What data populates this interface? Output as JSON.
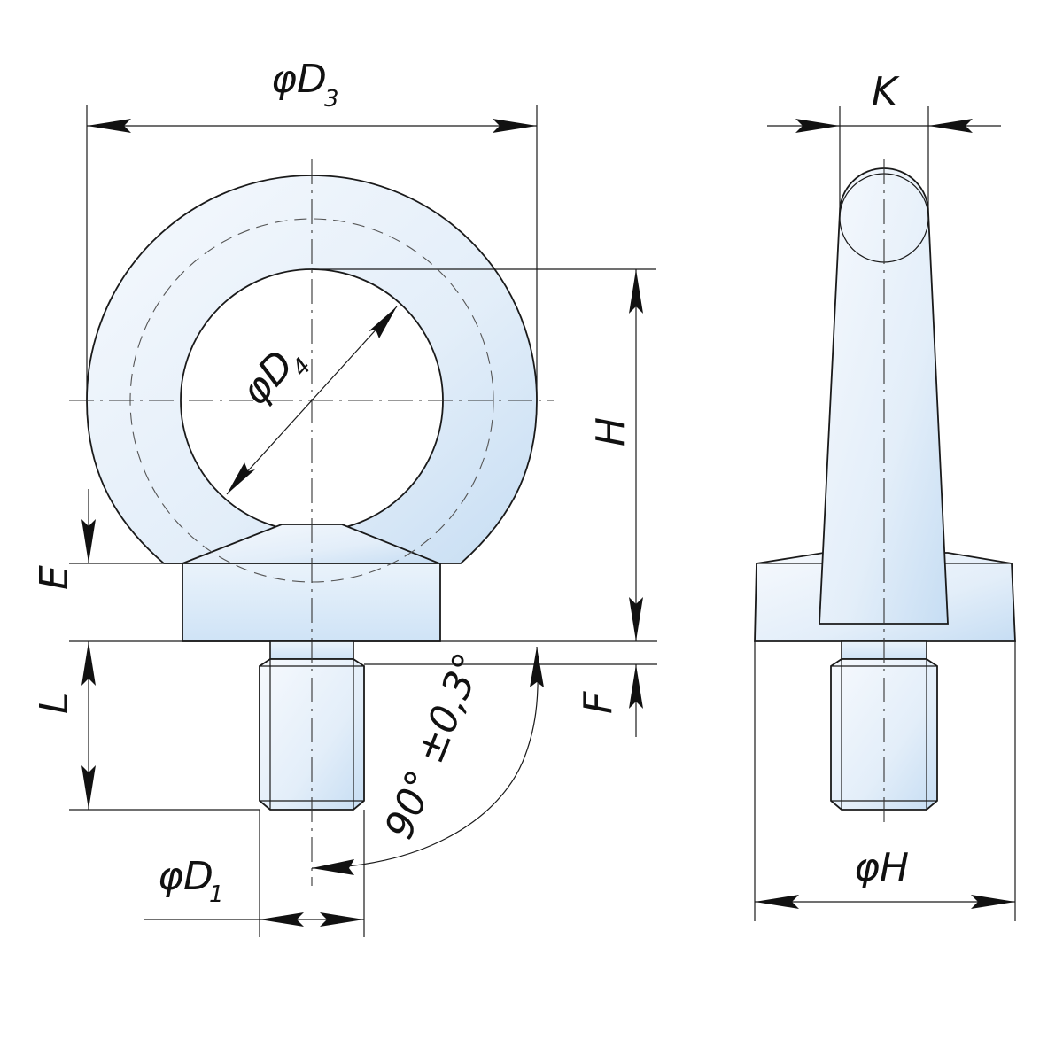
{
  "labels": {
    "D3": {
      "main": "φD",
      "sub": "3"
    },
    "D4": {
      "main": "φD",
      "sub": "4"
    },
    "D1": {
      "main": "φD",
      "sub": "1"
    },
    "H": "H",
    "E": "E",
    "L": "L",
    "F": "F",
    "K": "K",
    "phiH": "φH",
    "angle": "90° ±0,3°"
  },
  "colors": {
    "steel_light": "#f4f8fd",
    "steel_dark": "#c9e0f5",
    "line": "#1a1a1a"
  }
}
